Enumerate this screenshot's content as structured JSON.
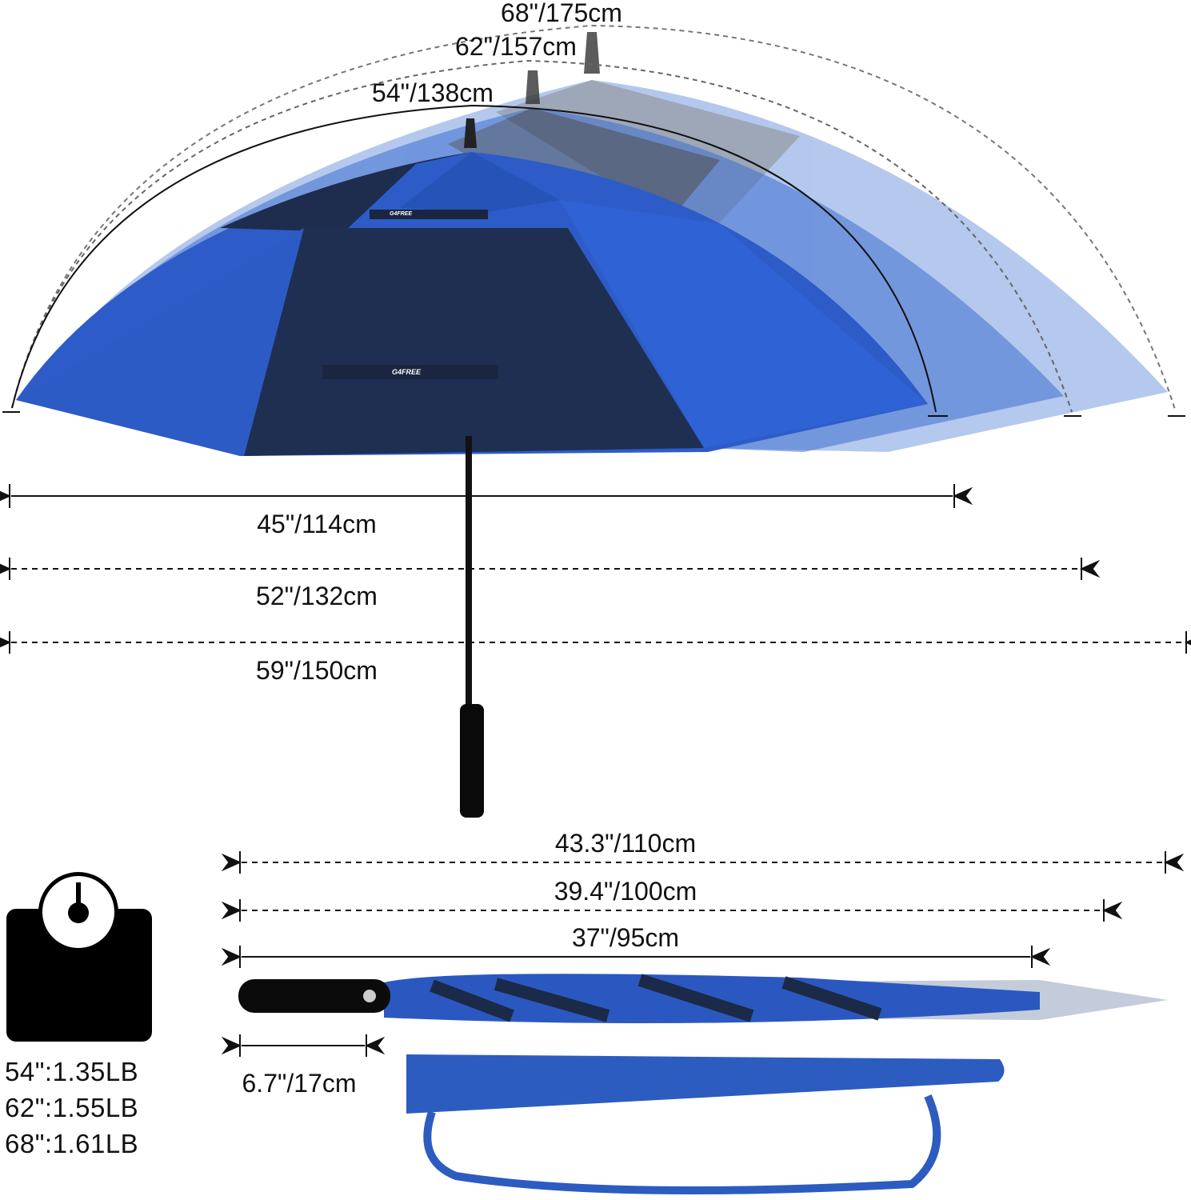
{
  "brand": {
    "logo": "G4FREE"
  },
  "arc_sizes": [
    {
      "label": "68\"/175cm",
      "style": "dashed"
    },
    {
      "label": "62\"/157cm",
      "style": "dashed"
    },
    {
      "label": "54\"/138cm",
      "style": "solid"
    }
  ],
  "open_widths": [
    {
      "label": "45\"/114cm",
      "style": "solid"
    },
    {
      "label": "52\"/132cm",
      "style": "dashed"
    },
    {
      "label": "59\"/150cm",
      "style": "dashed"
    }
  ],
  "closed_lengths": [
    {
      "label": "43.3\"/110cm",
      "style": "dashed"
    },
    {
      "label": "39.4\"/100cm",
      "style": "dashed"
    },
    {
      "label": "37\"/95cm",
      "style": "solid"
    }
  ],
  "handle_length": {
    "label": "6.7\"/17cm"
  },
  "weights": [
    "54\":1.35LB",
    "62\":1.55LB",
    "68\":1.61LB"
  ],
  "colors": {
    "royal_blue": "#2f5fc4",
    "navy": "#1f2f4f",
    "line": "#111111"
  }
}
